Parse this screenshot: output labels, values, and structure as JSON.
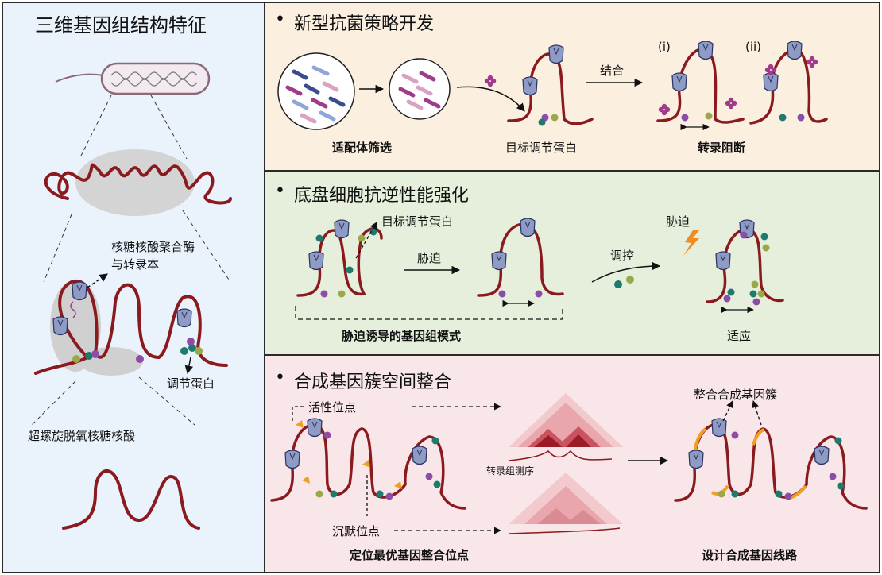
{
  "left_panel": {
    "title": "三维基因组结构特征",
    "label_rnap": "核糖核酸聚合酶",
    "label_rnap2": "与转录本",
    "label_regulator": "调节蛋白",
    "label_supercoil": "超螺旋脱氧核糖核酸"
  },
  "panel1": {
    "bullet": "•",
    "title": "新型抗菌策略开发",
    "label_aptamer": "适配体筛选",
    "label_target": "目标调节蛋白",
    "label_bind": "结合",
    "label_i": "(i)",
    "label_ii": "(ii)",
    "label_block": "转录阻断"
  },
  "panel2": {
    "bullet": "•",
    "title": "底盘细胞抗逆性能强化",
    "label_target": "目标调节蛋白",
    "label_stress": "胁迫",
    "label_regulate": "调控",
    "label_stress2": "胁迫",
    "label_pattern": "胁迫诱导的基因组模式",
    "label_adapt": "适应"
  },
  "panel3": {
    "bullet": "•",
    "title": "合成基因簇空间整合",
    "label_active": "活性位点",
    "label_silent": "沉默位点",
    "label_seq": "转录组测序",
    "label_locate": "定位最优基因整合位点",
    "label_integrate": "整合合成基因簇",
    "label_design": "设计合成基因线路"
  },
  "colors": {
    "dna": "#8b1a1f",
    "polymerase": "#8e9bc4",
    "teal": "#1f7a6e",
    "purple": "#8b4da6",
    "olive": "#9aa84a",
    "magenta": "#a03b8c",
    "orange": "#f0a020"
  }
}
